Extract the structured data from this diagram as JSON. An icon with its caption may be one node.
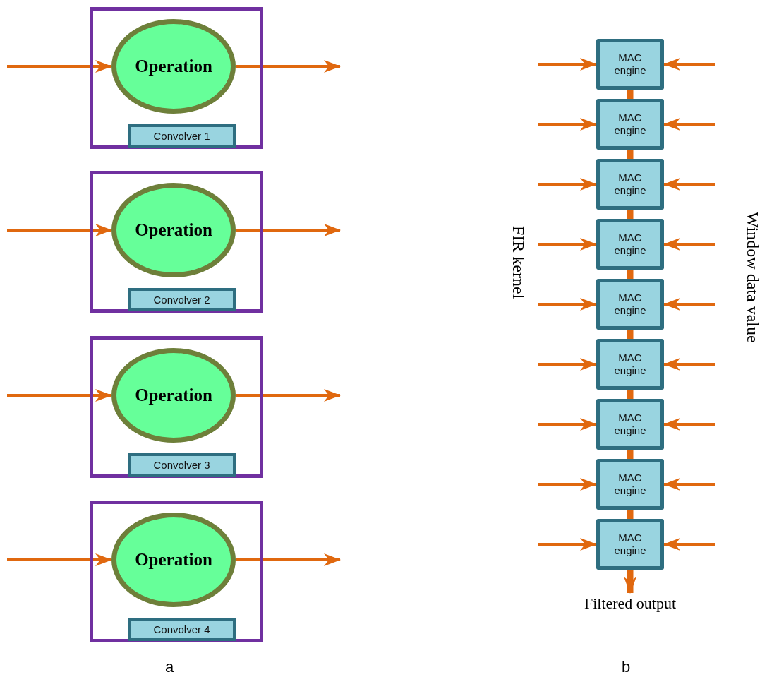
{
  "diagram": {
    "nodes": [
      {
        "text": [],
        "shape": "box"
      },
      {
        "text": [
          "Operation"
        ],
        "in": 0
      },
      {
        "text": [
          "Convolver 1"
        ],
        "in": 0
      },
      {
        "text": [],
        "shape": "box"
      },
      {
        "text": [
          "Operation"
        ],
        "in": 3
      },
      {
        "text": [
          "Convolver 2"
        ],
        "in": 3
      },
      {
        "text": [],
        "shape": "box"
      },
      {
        "text": [
          "Operation"
        ],
        "in": 6
      },
      {
        "text": [
          "Convolver 3"
        ],
        "in": 6
      },
      {
        "text": [],
        "shape": "box"
      },
      {
        "text": [
          "Operation"
        ],
        "in": 9
      },
      {
        "text": [
          "Convolver 4"
        ],
        "in": 9
      },
      {
        "text": [
          "MAC engine"
        ]
      },
      {
        "text": [
          "MAC engine"
        ]
      },
      {
        "text": [
          "MAC engine"
        ]
      },
      {
        "text": [
          "MAC engine"
        ]
      },
      {
        "text": [
          "MAC engine"
        ]
      },
      {
        "text": [
          "MAC engine"
        ]
      },
      {
        "text": [
          "MAC engine"
        ]
      },
      {
        "text": [
          "MAC engine"
        ]
      },
      {
        "text": [
          "MAC engine"
        ]
      },
      {
        "text": [
          "Filtered output"
        ]
      }
    ],
    "edges": [
      {
        "from": null,
        "to": 1,
        "arrow": "to"
      },
      {
        "from": 1,
        "to": null,
        "arrow": "to"
      },
      {
        "from": null,
        "to": 4,
        "arrow": "to"
      },
      {
        "from": 4,
        "to": null,
        "arrow": "to"
      },
      {
        "from": null,
        "to": 7,
        "arrow": "to"
      },
      {
        "from": 7,
        "to": null,
        "arrow": "to"
      },
      {
        "from": null,
        "to": 10,
        "arrow": "to"
      },
      {
        "from": 10,
        "to": null,
        "arrow": "to"
      },
      {
        "from": null,
        "to": 12,
        "arrow": "to"
      },
      {
        "from": null,
        "to": 12,
        "arrow": "to"
      },
      {
        "from": null,
        "to": 13,
        "arrow": "to"
      },
      {
        "from": null,
        "to": 13,
        "arrow": "to"
      },
      {
        "from": null,
        "to": 14,
        "arrow": "to"
      },
      {
        "from": null,
        "to": 14,
        "arrow": "to"
      },
      {
        "from": null,
        "to": 15,
        "arrow": "to"
      },
      {
        "from": null,
        "to": 15,
        "arrow": "to"
      },
      {
        "from": null,
        "to": 16,
        "arrow": "to"
      },
      {
        "from": null,
        "to": 16,
        "arrow": "to"
      },
      {
        "from": null,
        "to": 17,
        "arrow": "to"
      },
      {
        "from": null,
        "to": 17,
        "arrow": "to"
      },
      {
        "from": null,
        "to": 18,
        "arrow": "to"
      },
      {
        "from": null,
        "to": 18,
        "arrow": "to"
      },
      {
        "from": null,
        "to": 19,
        "arrow": "to"
      },
      {
        "from": null,
        "to": 19,
        "arrow": "to"
      },
      {
        "from": null,
        "to": 20,
        "arrow": "to"
      },
      {
        "from": null,
        "to": 20,
        "arrow": "to"
      },
      {
        "from": 12,
        "to": 13,
        "arrow": "none",
        "style": "thick"
      },
      {
        "from": 13,
        "to": 14,
        "arrow": "none",
        "style": "thick"
      },
      {
        "from": 14,
        "to": 15,
        "arrow": "none",
        "style": "thick"
      },
      {
        "from": 15,
        "to": 16,
        "arrow": "none",
        "style": "thick"
      },
      {
        "from": 16,
        "to": 17,
        "arrow": "none",
        "style": "thick"
      },
      {
        "from": 17,
        "to": 18,
        "arrow": "none",
        "style": "thick"
      },
      {
        "from": 18,
        "to": 19,
        "arrow": "none",
        "style": "thick"
      },
      {
        "from": 19,
        "to": 20,
        "arrow": "none",
        "style": "thick"
      },
      {
        "from": 20,
        "to": 21,
        "arrow": "to",
        "style": "thick"
      }
    ],
    "labels": [
      "FIR kernel",
      "Window data value",
      "a",
      "b"
    ]
  }
}
